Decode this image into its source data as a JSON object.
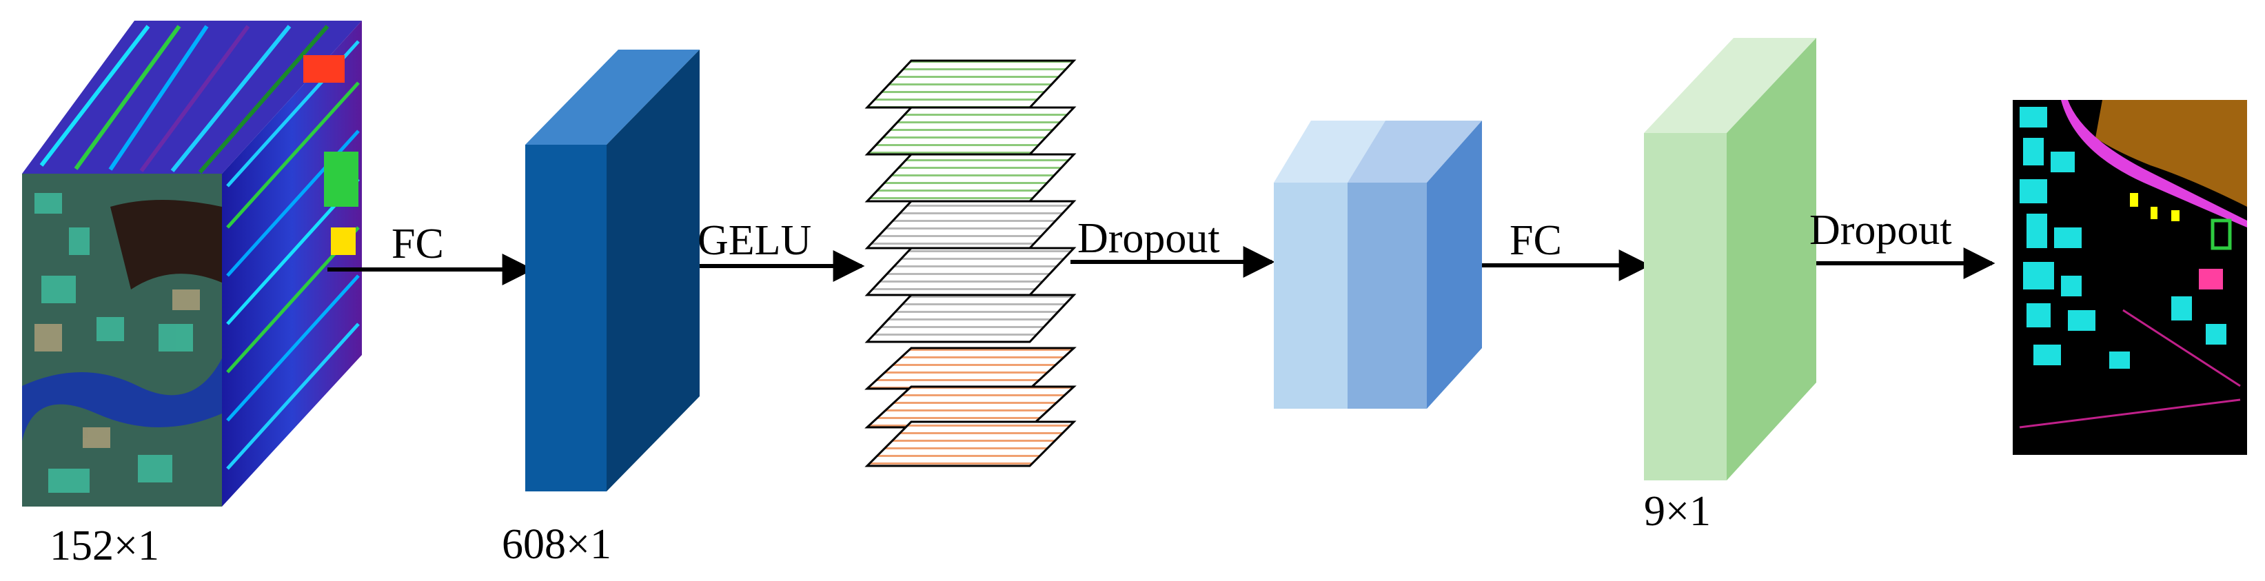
{
  "labels": {
    "input_dim": "152×1",
    "fc1_out": "608×1",
    "fc2_out": "9×1",
    "op_fc1": "FC",
    "op_gelu": "GELU",
    "op_dropout1": "Dropout",
    "op_fc2": "FC",
    "op_dropout2": "Dropout"
  },
  "colors": {
    "fc1_front": "#0a5aa0",
    "fc1_side": "#063f73",
    "fc1_top": "#3f86cc",
    "dropout_front_left": "#b7d6f0",
    "dropout_front_right": "#86afdf",
    "dropout_side": "#5289cf",
    "fc2_front": "#bfe4b8",
    "fc2_side": "#96d08a",
    "fc2_top": "#d9efd4",
    "sheet_green": "#8cc97a",
    "sheet_gray": "#b8b8b8",
    "sheet_orange": "#f0a070"
  },
  "icons": [
    "hyperspectral-cube-icon",
    "classification-map-icon"
  ]
}
